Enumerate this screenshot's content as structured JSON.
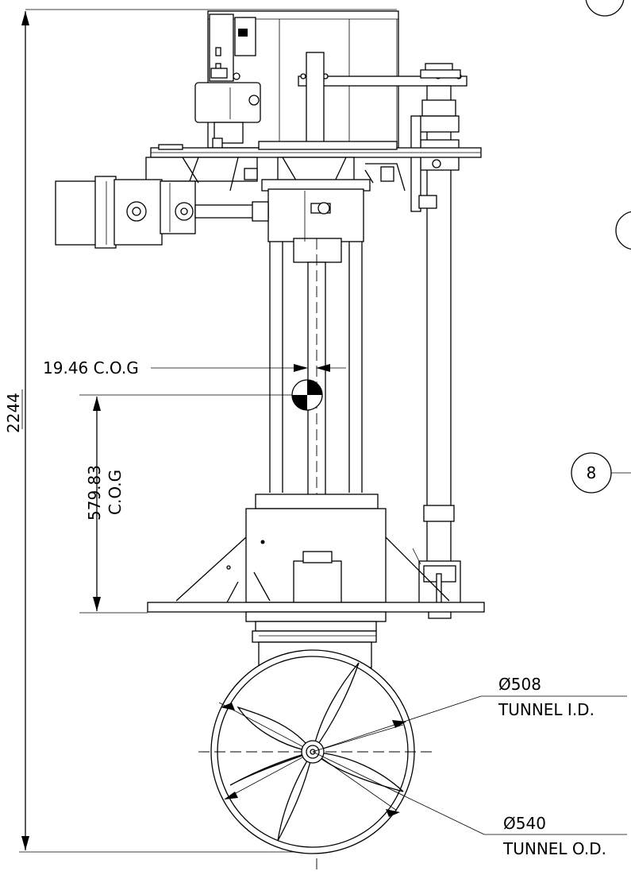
{
  "drawing": {
    "overall_height_label": "2244",
    "cog_offset_label": "19.46 C.O.G",
    "cog_height_value": "579.83",
    "cog_height_suffix": "C.O.G",
    "tunnel_id_value": "Ø508",
    "tunnel_id_label": "TUNNEL I.D.",
    "tunnel_od_value": "Ø540",
    "tunnel_od_label": "TUNNEL O.D.",
    "balloon_number": "8"
  }
}
